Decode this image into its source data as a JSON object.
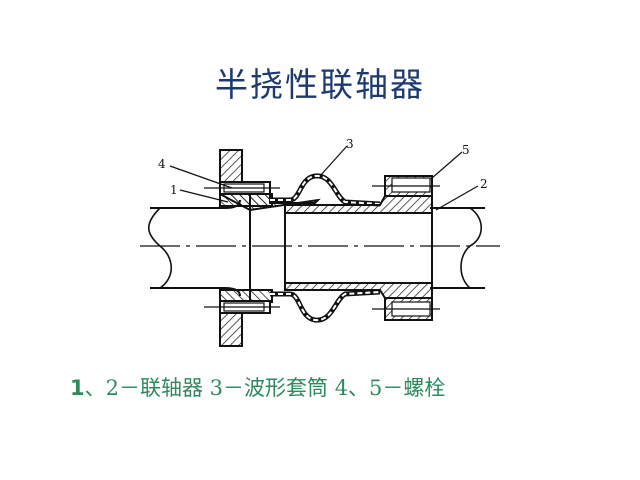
{
  "slide": {
    "title": "半挠性联轴器",
    "caption": {
      "lead": "1",
      "rest": "、2－联轴器 3－波形套筒 4、5－螺栓"
    },
    "colors": {
      "title": "#1c3a6e",
      "caption": "#2e8a5e",
      "background": "#fefefe",
      "line": "#111111"
    }
  },
  "diagram": {
    "type": "mechanical cross-section",
    "subject": "semi-flexible coupling",
    "part_labels": [
      "1",
      "2",
      "3",
      "4",
      "5"
    ],
    "legend": [
      {
        "ids": "1、2",
        "name": "联轴器"
      },
      {
        "ids": "3",
        "name": "波形套筒"
      },
      {
        "ids": "4、5",
        "name": "螺栓"
      }
    ]
  }
}
